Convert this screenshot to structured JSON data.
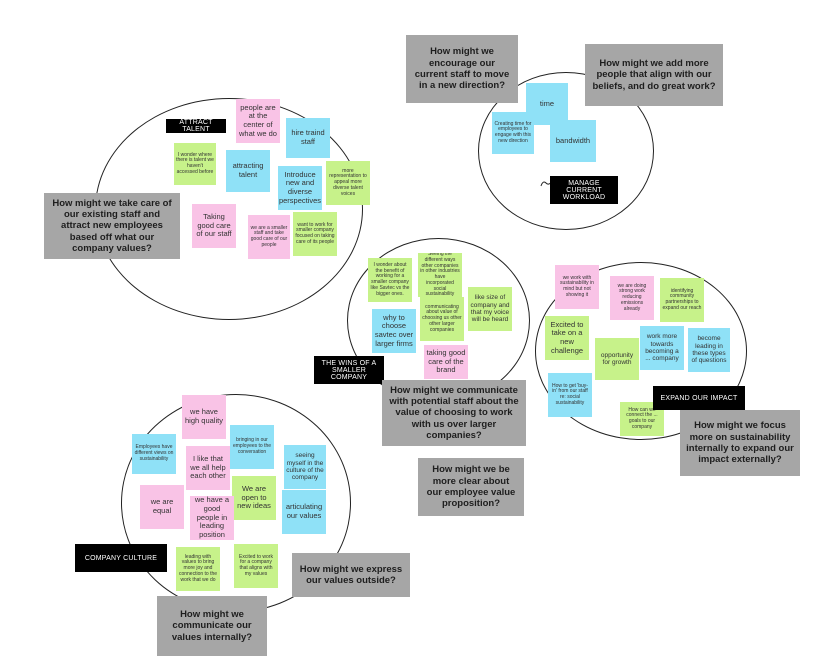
{
  "clusters": {
    "attract": {
      "label": "ATTRACT TALENT",
      "question": "How might we take care of our existing staff and attract new employees based off what our company values?",
      "notes": [
        "people are at the center of what we do",
        "hire traind staff",
        "I wonder where there is talent we haven't accessed before",
        "attracting talent",
        "Introduce new and diverse perspectives",
        "more representation to appeal more diverse talent voices",
        "Taking good care of our staff",
        "we are a smaller staff and take good care of our people",
        "want to work for smaller company focused on taking care of its people"
      ]
    },
    "workload": {
      "label": "MANAGE CURRENT WORKLOAD",
      "questions": [
        "How might we encourage our current staff to move in a new direction?",
        "How might we add more people that align with our beliefs, and do great work?"
      ],
      "notes": [
        "time",
        "Creating time for employees to engage with this new direction",
        "bandwidth"
      ]
    },
    "smaller": {
      "label": "THE WINS OF A SMALLER COMPANY",
      "questions": [
        "How might we communicate with potential staff about the value of choosing to work with us over larger companies?",
        "How might we be more clear about our employee value proposition?"
      ],
      "notes": [
        "I wonder about the benefit of working for a smaller company like Savtec vs the bigger ones.",
        "Seeing the different ways other companies in other industries have incorporated social sustainability",
        "communicating about value of choosing us other other larger companies",
        "like size of company and that my voice will be heard",
        "why to choose savtec over larger firms",
        "taking good care of the brand"
      ]
    },
    "impact": {
      "label": "EXPAND OUR IMPACT",
      "question": "How might we focus more on sustainability internally to expand our impact externally?",
      "notes": [
        "we work with sustainability in mind but not showing it",
        "we are doing strong work reducing emissions already",
        "identifying community partnerships to expand our reach",
        "Excited to take on a new challenge",
        "opportunity for growth",
        "work more towards becoming a ... company",
        "become leading in these types of questions",
        "How to get 'buy-in' from our staff re: social sustainability",
        "How can we connect the ... goals to our company"
      ]
    },
    "culture": {
      "label": "COMPANY CULTURE",
      "questions": [
        "How might we express our values outside?",
        "How might we communicate our values internally?"
      ],
      "notes": [
        "we have high quality",
        "Employees have different views on sustainability",
        "bringing in our employees to the conversation",
        "I like that we all help each other",
        "seeing myself in the culture of the company",
        "we are equal",
        "We are open to new ideas",
        "we have a good people in leading position",
        "articulating our values",
        "leading with values to bring more joy and connection to the work that we do",
        "Excited to work for a company that aligns with my values"
      ]
    }
  },
  "colors": {
    "pink": "#f9c3e6",
    "blue": "#8fe1f7",
    "green": "#c7f28a",
    "question": "#a6a6a6",
    "label": "#000000"
  }
}
